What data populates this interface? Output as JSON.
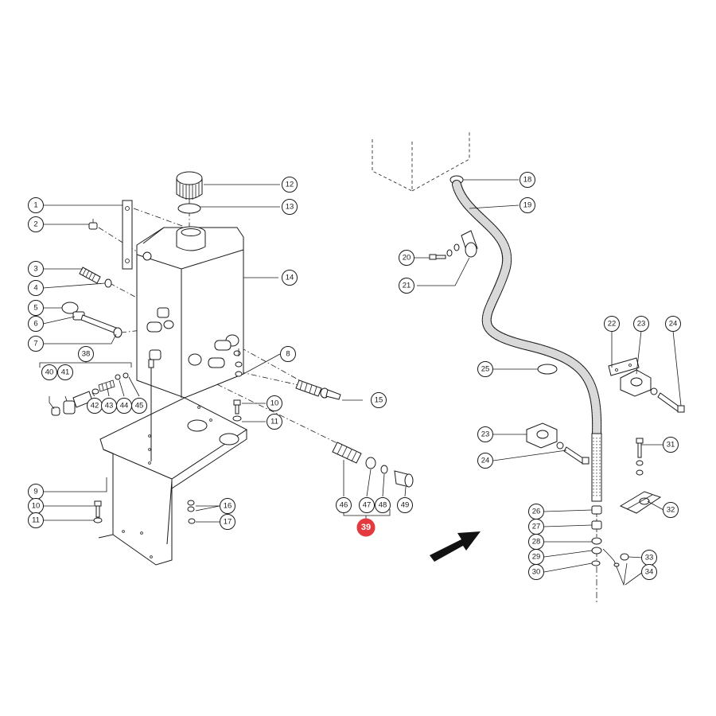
{
  "colors": {
    "line": "#1a1a1a",
    "highlight": "#e23a3f",
    "background": "#ffffff"
  },
  "highlighted_callout": {
    "label": "39"
  },
  "callouts": [
    {
      "label": "1"
    },
    {
      "label": "2"
    },
    {
      "label": "3"
    },
    {
      "label": "4"
    },
    {
      "label": "5"
    },
    {
      "label": "6"
    },
    {
      "label": "7"
    },
    {
      "label": "38"
    },
    {
      "label": "40"
    },
    {
      "label": "41"
    },
    {
      "label": "42"
    },
    {
      "label": "43"
    },
    {
      "label": "44"
    },
    {
      "label": "45"
    },
    {
      "label": "9"
    },
    {
      "label": "10"
    },
    {
      "label": "11"
    },
    {
      "label": "12"
    },
    {
      "label": "13"
    },
    {
      "label": "14"
    },
    {
      "label": "8"
    },
    {
      "label": "15"
    },
    {
      "label": "10"
    },
    {
      "label": "11"
    },
    {
      "label": "16"
    },
    {
      "label": "17"
    },
    {
      "label": "46"
    },
    {
      "label": "47"
    },
    {
      "label": "48"
    },
    {
      "label": "49"
    },
    {
      "label": "18"
    },
    {
      "label": "19"
    },
    {
      "label": "20"
    },
    {
      "label": "21"
    },
    {
      "label": "22"
    },
    {
      "label": "23"
    },
    {
      "label": "24"
    },
    {
      "label": "25"
    },
    {
      "label": "23"
    },
    {
      "label": "24"
    },
    {
      "label": "31"
    },
    {
      "label": "32"
    },
    {
      "label": "26"
    },
    {
      "label": "27"
    },
    {
      "label": "28"
    },
    {
      "label": "29"
    },
    {
      "label": "30"
    },
    {
      "label": "33"
    },
    {
      "label": "34"
    }
  ],
  "icons": {
    "arrow": "direction-arrow-icon"
  }
}
